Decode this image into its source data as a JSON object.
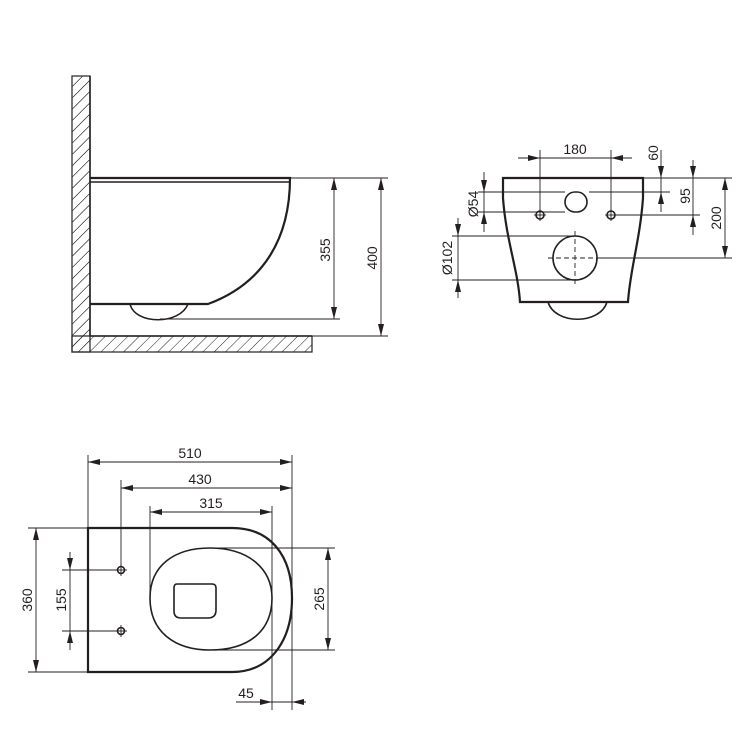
{
  "side_view": {
    "dim_height_outlet": "355",
    "dim_height_total": "400"
  },
  "rear_view": {
    "dim_inlet_spacing": "180",
    "dim_top_offset": "60",
    "dim_inlet_diameter": "Ø54",
    "dim_bolt_height": "95",
    "dim_outlet_height": "200",
    "dim_outlet_diameter": "Ø102"
  },
  "top_view": {
    "dim_total_length": "510",
    "dim_bolt_to_front": "430",
    "dim_seat_length": "315",
    "dim_width": "360",
    "dim_bolt_spacing": "155",
    "dim_seat_width": "265",
    "dim_front_offset": "45"
  },
  "colors": {
    "line": "#231f20",
    "background": "#ffffff"
  }
}
